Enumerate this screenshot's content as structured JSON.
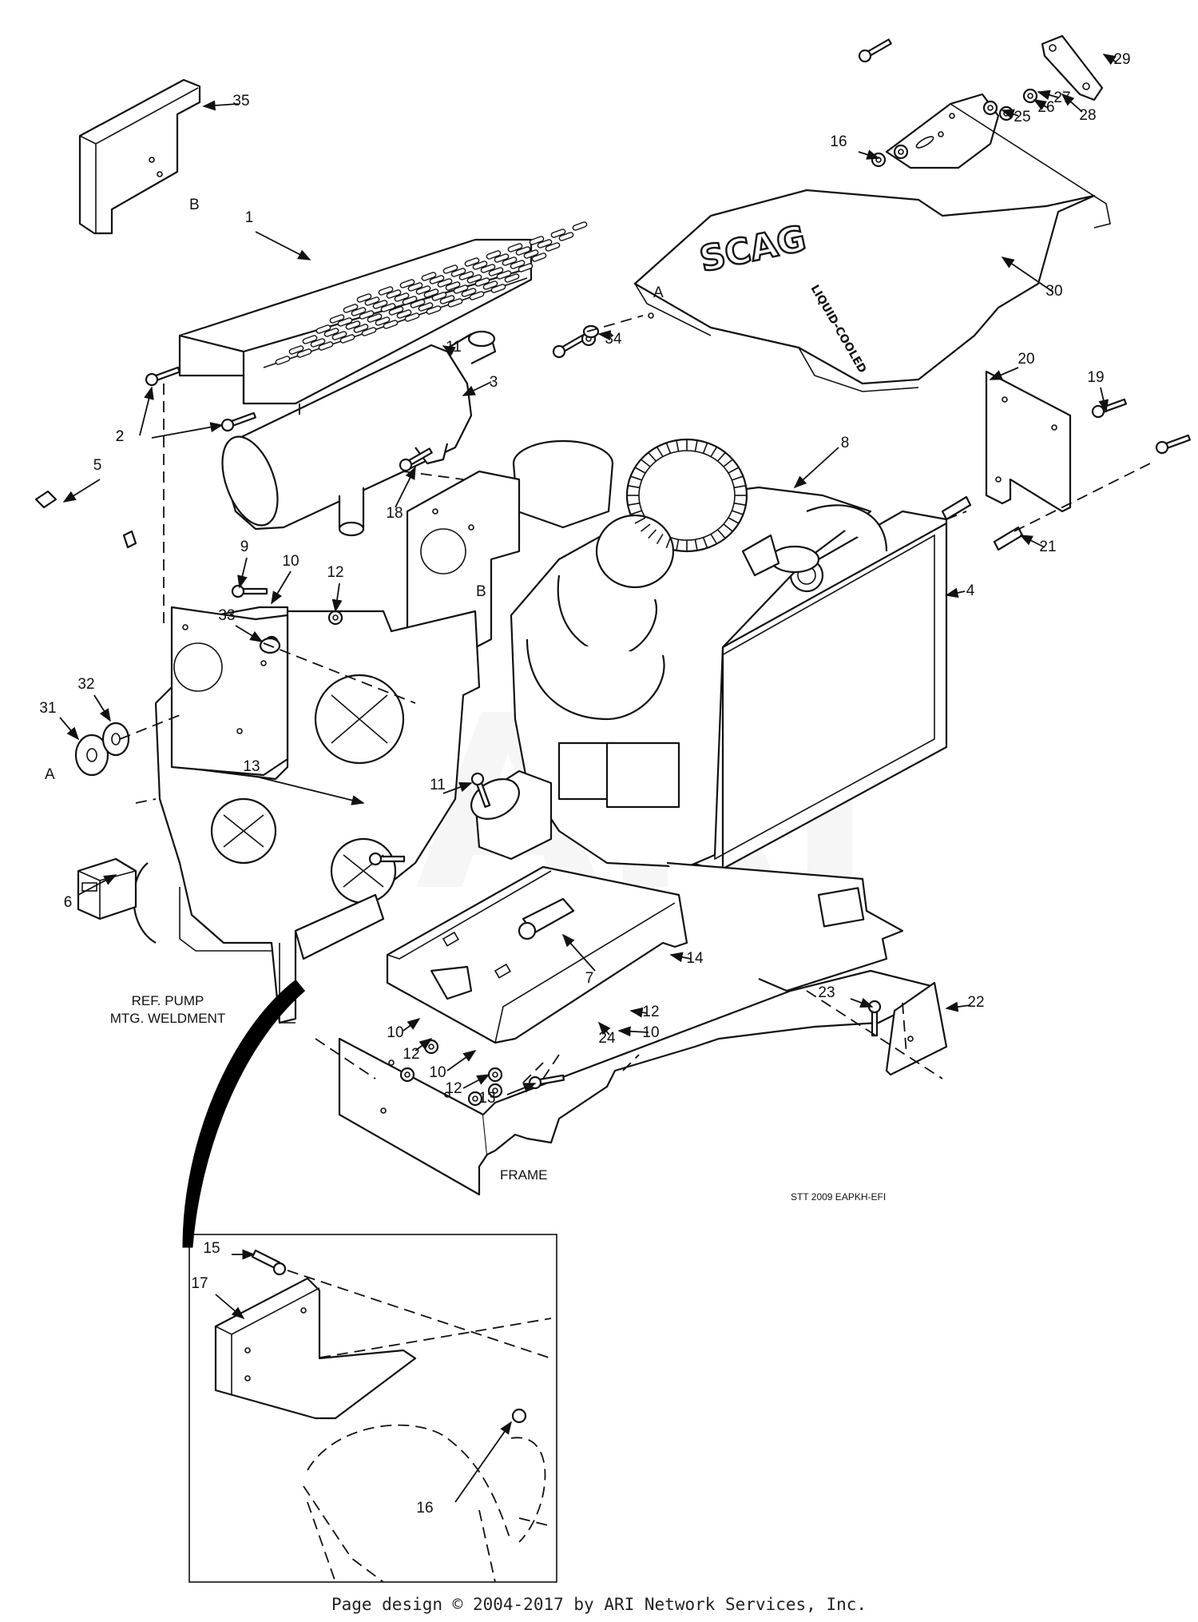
{
  "diagram": {
    "callouts": [
      "1",
      "2",
      "3",
      "4",
      "5",
      "6",
      "7",
      "8",
      "9",
      "10",
      "11",
      "12",
      "13",
      "14",
      "15",
      "16",
      "17",
      "18",
      "19",
      "20",
      "21",
      "22",
      "23",
      "24",
      "25",
      "26",
      "27",
      "28",
      "29",
      "30",
      "31",
      "32",
      "33",
      "34",
      "35"
    ],
    "ref_letters": {
      "a": "A",
      "b": "B"
    },
    "ref_pump_line1": "REF. PUMP",
    "ref_pump_line2": "MTG. WELDMENT",
    "frame_label": "FRAME",
    "drawing_code": "STT 2009 EAPKH-EFI",
    "brand": "SCAG",
    "brand_sub": "LIQUID-COOLED",
    "watermark": "ARI"
  },
  "footer": {
    "text": "Page design © 2004-2017 by ARI Network Services, Inc."
  },
  "colors": {
    "ink": "#111111",
    "paper": "#ffffff"
  },
  "icons": [
    "arrow-leader-icon"
  ]
}
